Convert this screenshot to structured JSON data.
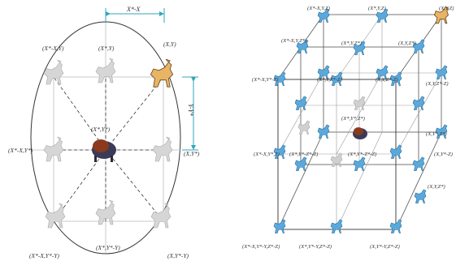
{
  "left_diagram": {
    "labels": {
      "top_left": "(X*-X,Y)",
      "top": "(X*,Y)",
      "top_right": "(X,Y)",
      "center": "(X*,Y*)",
      "left": "(X*-X,Y*)",
      "right": "(X,Y*)",
      "bottom_left": "(X*-X,Y*-Y)",
      "bottom": "(X*,Y*-Y)",
      "bottom_right": "(X,Y*-Y)"
    },
    "dimension_x": "X*-X",
    "dimension_y": "Y-Y*",
    "colors": {
      "highlight": "#E8B466",
      "center": "#8B3A1E",
      "ghost": "#D6D6D6",
      "dim_arrow": "#2FA7B8"
    }
  },
  "right_diagram": {
    "labels": {
      "l1": "(X*-X,Y,Z)",
      "l2": "(X*,Y,Z)",
      "l3": "(X,Y,Z)",
      "l4": "(X*-X,Y,Z*)",
      "l5": "(X*,Y,Z*)",
      "l6": "(X,Y,Z*)",
      "l7": "(X*-X,Y*-Z)",
      "l8": "(X*,Y,Z*-Z)",
      "l9": "(X,Y,Z*-Z)",
      "l10": "(X,Y,Z*-Z)",
      "l11": "(X*,Y*,Z*)",
      "l12": "(X,Y*,Z*)",
      "l13": "(X*-X,Y*,Z)",
      "l14": "(X*,Y*-Z*-Z)",
      "l15": "(X*,Y*-Z*-Z)",
      "l16": "(X,Y*-Z)",
      "l17": "(X,Y,Z*)",
      "l18": "(X*-X,Y*-Y,Z*-Z)",
      "l19": "(X*,Y*-Y,Z*-Z)",
      "l20": "(X,Y*-Y,Z*-Z)"
    },
    "colors": {
      "highlight": "#E8B466",
      "center": "#8B3A1E",
      "blue": "#5AA9DD",
      "ghost": "#D0D0D0"
    }
  }
}
